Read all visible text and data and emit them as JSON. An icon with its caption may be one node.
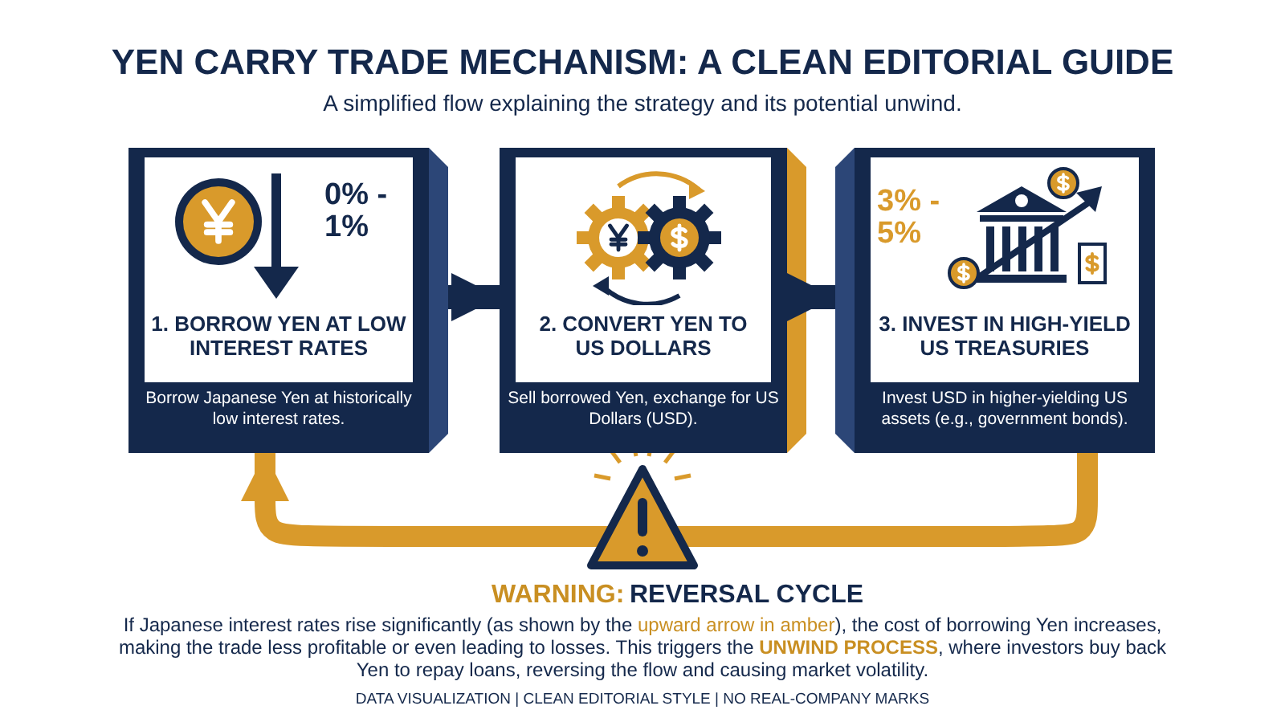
{
  "diagram": {
    "title": "YEN CARRY TRADE MECHANISM: A CLEAN EDITORIAL GUIDE",
    "nodes": [
      {
        "text": [
          "0% - 1%",
          "1. BORROW YEN AT LOW INTEREST RATES",
          "Borrow Japanese Yen at historically low interest rates."
        ]
      },
      {
        "text": [
          "2. CONVERT YEN TO US DOLLARS",
          "Sell borrowed Yen, exchange for US Dollars (USD)."
        ]
      },
      {
        "text": [
          "3% - 5%",
          "3. INVEST IN HIGH-YIELD US TREASURIES",
          "Invest USD in higher-yielding US assets (e.g., government bonds)."
        ]
      }
    ],
    "edges": [
      {
        "from": 0,
        "to": 1,
        "arrow": "to"
      },
      {
        "from": 1,
        "to": 2,
        "arrow": "to"
      },
      {
        "from": 2,
        "to": 0,
        "arrow": "to",
        "color": "#d99a2b"
      }
    ],
    "labels": [
      "A simplified flow explaining the strategy and its potential unwind.",
      "WARNING:",
      "REVERSAL CYCLE",
      "If Japanese interest rates rise significantly (as shown by the *upward arrow in amber*), the cost of borrowing Yen increases, making the trade less profitable or even leading to losses. This triggers the **UNWIND PROCESS**, where investors buy back Yen to repay loans, reversing the flow and causing market volatility.",
      "DATA VISUALIZATION | CLEAN EDITORIAL STYLE | NO REAL-COMPANY MARKS"
    ]
  }
}
